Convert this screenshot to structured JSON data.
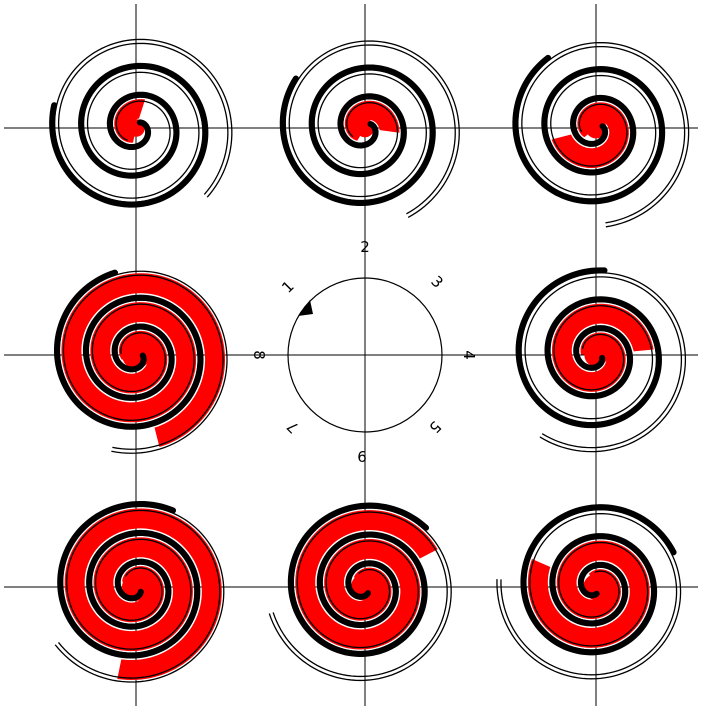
{
  "diagram": {
    "colors": {
      "background": "#ffffff",
      "ink": "#000000",
      "fill": "#ff0000"
    },
    "panels": [
      {
        "id": "panel-1",
        "red_extent": 0.1
      },
      {
        "id": "panel-2",
        "red_extent": 0.16
      },
      {
        "id": "panel-3",
        "red_extent": 0.3
      },
      {
        "id": "panel-8",
        "red_extent": 1.0
      },
      {
        "id": "panel-4",
        "red_extent": 0.45
      },
      {
        "id": "panel-7",
        "red_extent": 0.9
      },
      {
        "id": "panel-6",
        "red_extent": 0.75
      },
      {
        "id": "panel-5",
        "red_extent": 0.6
      }
    ],
    "cycle_labels": {
      "l1": "1",
      "l2": "2",
      "l3": "3",
      "l4": "4",
      "l5": "5",
      "l6": "6",
      "l7": "7",
      "l8": "8"
    }
  }
}
